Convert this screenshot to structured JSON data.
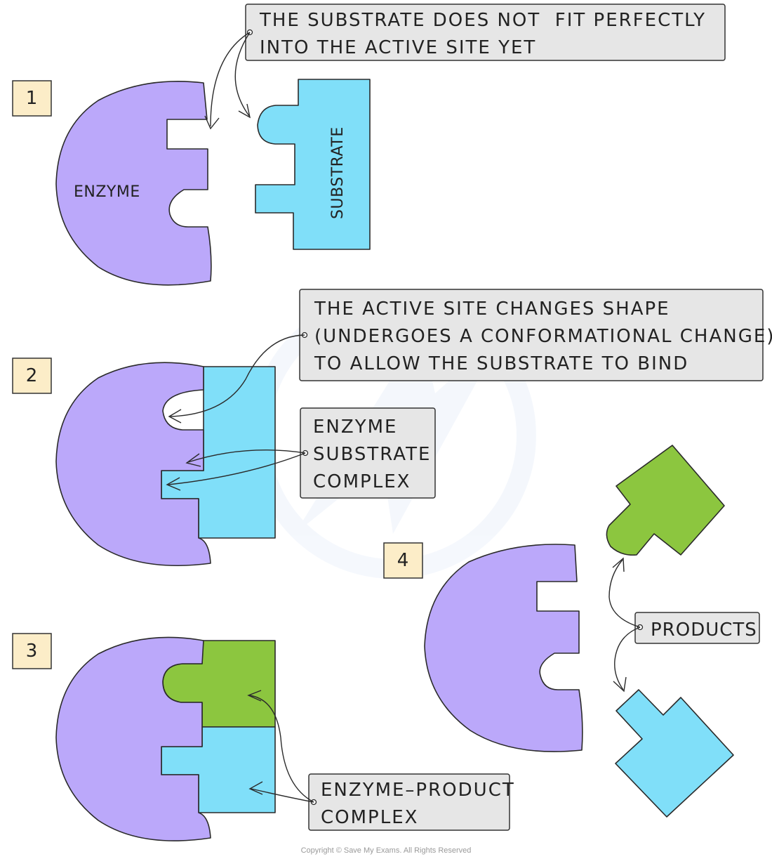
{
  "colors": {
    "enzyme": "#bba8fa",
    "substrate": "#80dff9",
    "product_green": "#8cc63f",
    "callout_fill": "#e6e6e6",
    "step_box_fill": "#fcedc8"
  },
  "steps": {
    "step1": {
      "number": "1",
      "enzyme_label": "ENZYME",
      "substrate_label": "SUBSTRATE",
      "callout_line1": "THE SUBSTRATE DOES NOT  FIT PERFECTLY",
      "callout_line2": "INTO THE ACTIVE SITE YET"
    },
    "step2": {
      "number": "2",
      "callout_line1": "THE ACTIVE SITE CHANGES SHAPE",
      "callout_line2": "(UNDERGOES A CONFORMATIONAL CHANGE)",
      "callout_line3": "TO ALLOW THE SUBSTRATE TO BIND",
      "complex_line1": "ENZYME",
      "complex_line2": "SUBSTRATE",
      "complex_line3": "COMPLEX"
    },
    "step3": {
      "number": "3",
      "complex_line1": "ENZYME–PRODUCT",
      "complex_line2": "COMPLEX"
    },
    "step4": {
      "number": "4",
      "products_label": "PRODUCTS"
    }
  },
  "footer": {
    "copyright": "Copyright © Save My Exams. All Rights Reserved"
  }
}
